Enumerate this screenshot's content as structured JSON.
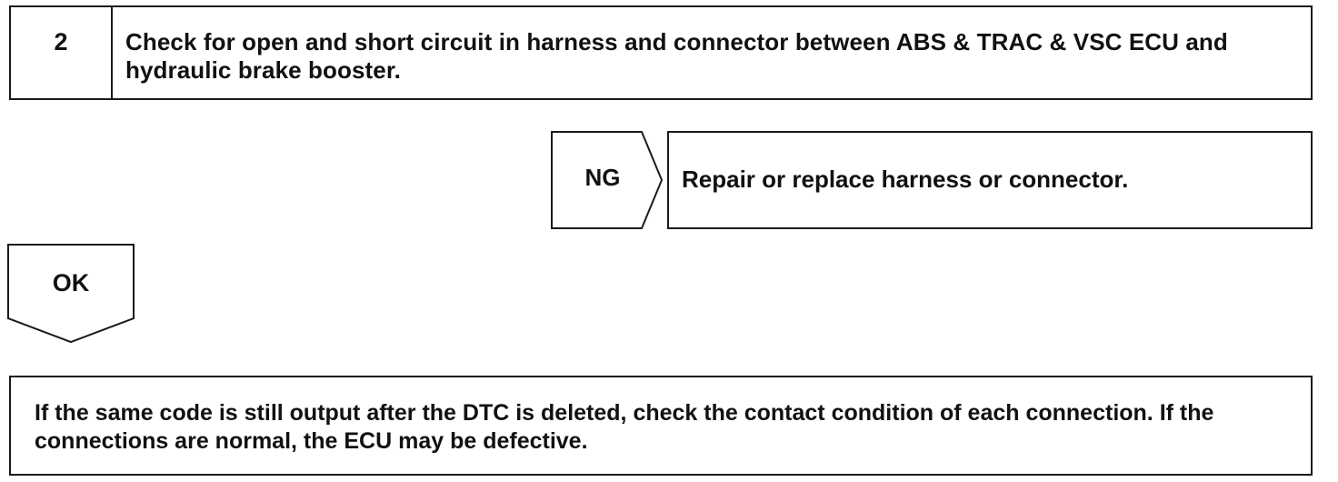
{
  "step": {
    "number": "2",
    "title": "Check for open and short circuit in harness and connector between ABS & TRAC & VSC ECU and hydraulic brake booster."
  },
  "ng": {
    "label": "NG",
    "action": "Repair or replace harness or connector."
  },
  "ok": {
    "label": "OK"
  },
  "note": {
    "text": "If the same code is still output after the DTC is deleted, check the contact condition of each connection. If the connections are normal, the ECU may be defective."
  },
  "colors": {
    "line": "#1a1a1a",
    "text": "#111111",
    "background": "#ffffff"
  }
}
